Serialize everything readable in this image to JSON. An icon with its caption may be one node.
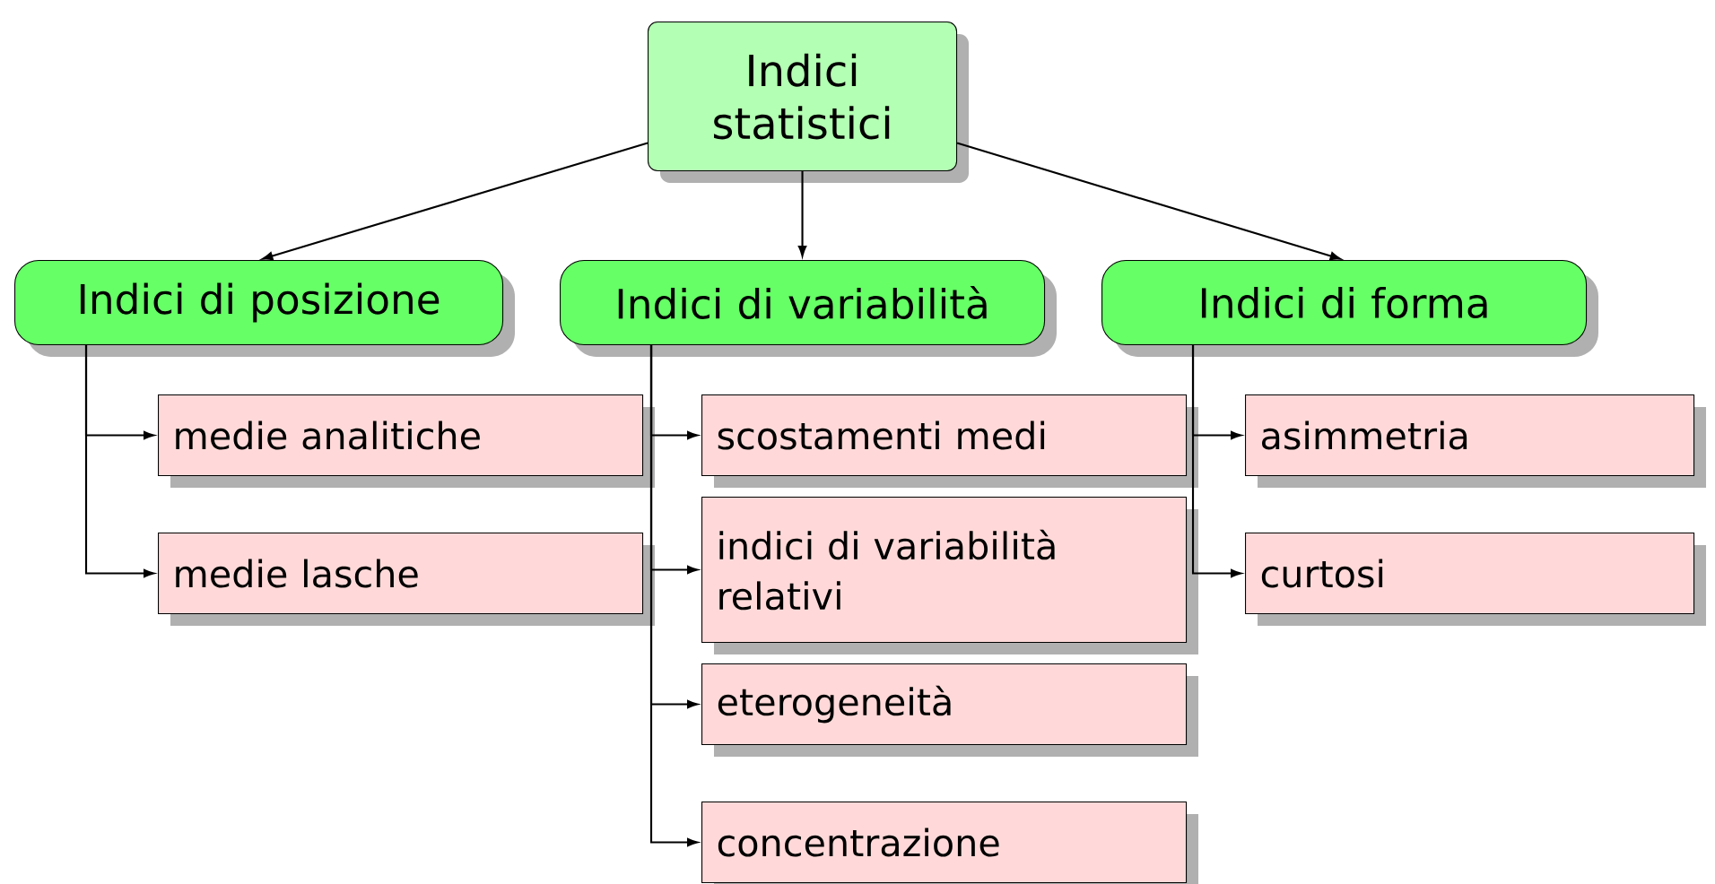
{
  "diagram": {
    "nodes": [
      {
        "text": [
          "Indici statistici"
        ]
      },
      {
        "text": [
          "Indici di posizione"
        ]
      },
      {
        "text": [
          "Indici di variabilità"
        ]
      },
      {
        "text": [
          "Indici di forma"
        ]
      },
      {
        "text": [
          "medie analitiche"
        ]
      },
      {
        "text": [
          "medie lasche"
        ]
      },
      {
        "text": [
          "scostamenti medi"
        ]
      },
      {
        "text": [
          "indici di variabilità relativi"
        ]
      },
      {
        "text": [
          "eterogeneità"
        ]
      },
      {
        "text": [
          "concentrazione"
        ]
      },
      {
        "text": [
          "asimmetria"
        ]
      },
      {
        "text": [
          "curtosi"
        ]
      }
    ],
    "edges": [
      {
        "from": 0,
        "to": 1,
        "arrow": "to"
      },
      {
        "from": 0,
        "to": 2,
        "arrow": "to"
      },
      {
        "from": 0,
        "to": 3,
        "arrow": "to"
      },
      {
        "from": 1,
        "to": 4,
        "arrow": "to"
      },
      {
        "from": 1,
        "to": 5,
        "arrow": "to"
      },
      {
        "from": 2,
        "to": 6,
        "arrow": "to"
      },
      {
        "from": 2,
        "to": 7,
        "arrow": "to"
      },
      {
        "from": 2,
        "to": 8,
        "arrow": "to"
      },
      {
        "from": 2,
        "to": 9,
        "arrow": "to"
      },
      {
        "from": 3,
        "to": 10,
        "arrow": "to"
      },
      {
        "from": 3,
        "to": 11,
        "arrow": "to"
      }
    ]
  }
}
